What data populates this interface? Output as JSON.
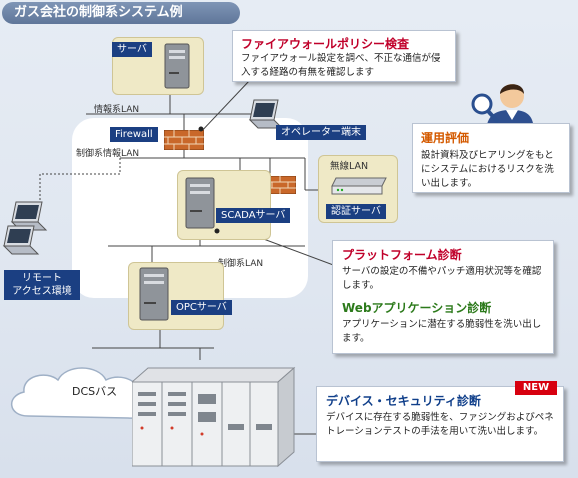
{
  "title": "ガス会社の制御系システム例",
  "labels": {
    "server": "サーバ",
    "firewall": "Firewall",
    "operator": "オペレーター端末",
    "wireless_lan": "無線LAN",
    "auth_server": "認証サーバ",
    "scada": "SCADAサーバ",
    "opc": "OPCサーバ",
    "remote": "リモート\nアクセス環境",
    "dcs_bus": "DCSバス"
  },
  "networks": {
    "info_lan": "情報系LAN",
    "ctrl_info_lan": "制御系情報LAN",
    "ctrl_lan": "制御系LAN"
  },
  "callouts": {
    "firewall_policy": {
      "title": "ファイアウォールポリシー検査",
      "text": "ファイアウォール設定を調べ、不正な通信が侵入する経路の有無を確認します"
    },
    "operation": {
      "title": "運用評価",
      "text": "設計資料及びヒアリングをもとにシステムにおけるリスクを洗い出します。"
    },
    "platform": {
      "title": "プラットフォーム診断",
      "text": "サーバの設定の不備やパッチ適用状況等を確認します。"
    },
    "webapp": {
      "title": "Webアプリケーション診断",
      "text": "アプリケーションに潜在する脆弱性を洗い出します。"
    },
    "device": {
      "title": "デバイス・セキュリティ診断",
      "badge": "NEW",
      "text": "デバイスに存在する脆弱性を、ファジングおよびペネトレーションテストの手法を用いて洗い出します。"
    }
  },
  "colors": {
    "accent_red": "#c0002a",
    "label_blue": "#1b3f82",
    "accent_green": "#2c7a1b",
    "accent_orange": "#d45a00",
    "new_red": "#d7000f"
  },
  "icons": [
    "server-icon",
    "firewall-icon",
    "laptop-icon",
    "router-icon",
    "user-magnifier-icon",
    "cloud-icon",
    "controller-rack-icon"
  ]
}
